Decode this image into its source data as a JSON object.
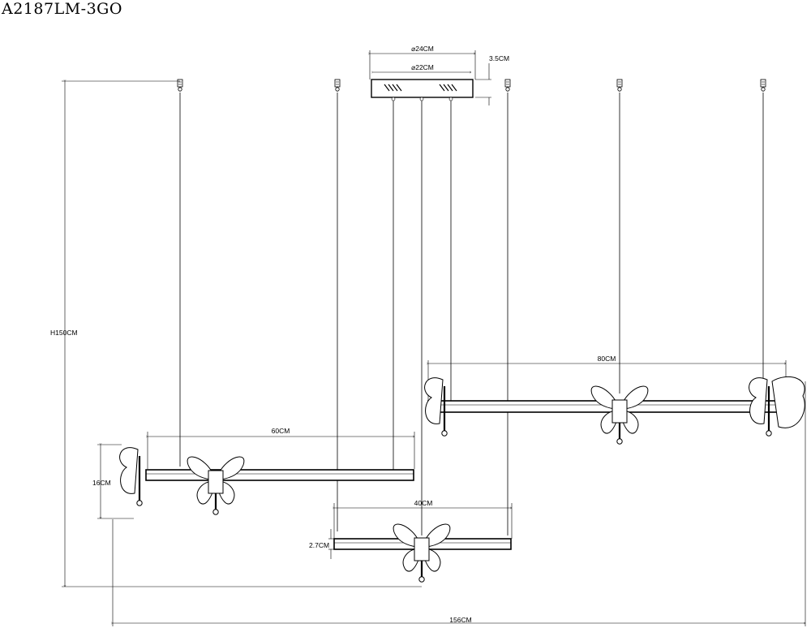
{
  "model": "A2187LM-3GO",
  "dimensions": {
    "canopy_outer": "⌀24CM",
    "canopy_inner": "⌀22CM",
    "canopy_height": "3.5CM",
    "total_height": "H150CM",
    "arm_left": "60CM",
    "arm_right": "80CM",
    "arm_bottom": "40CM",
    "butterfly_height": "16CM",
    "bar_thickness": "2.7CM",
    "total_width": "156CM"
  }
}
